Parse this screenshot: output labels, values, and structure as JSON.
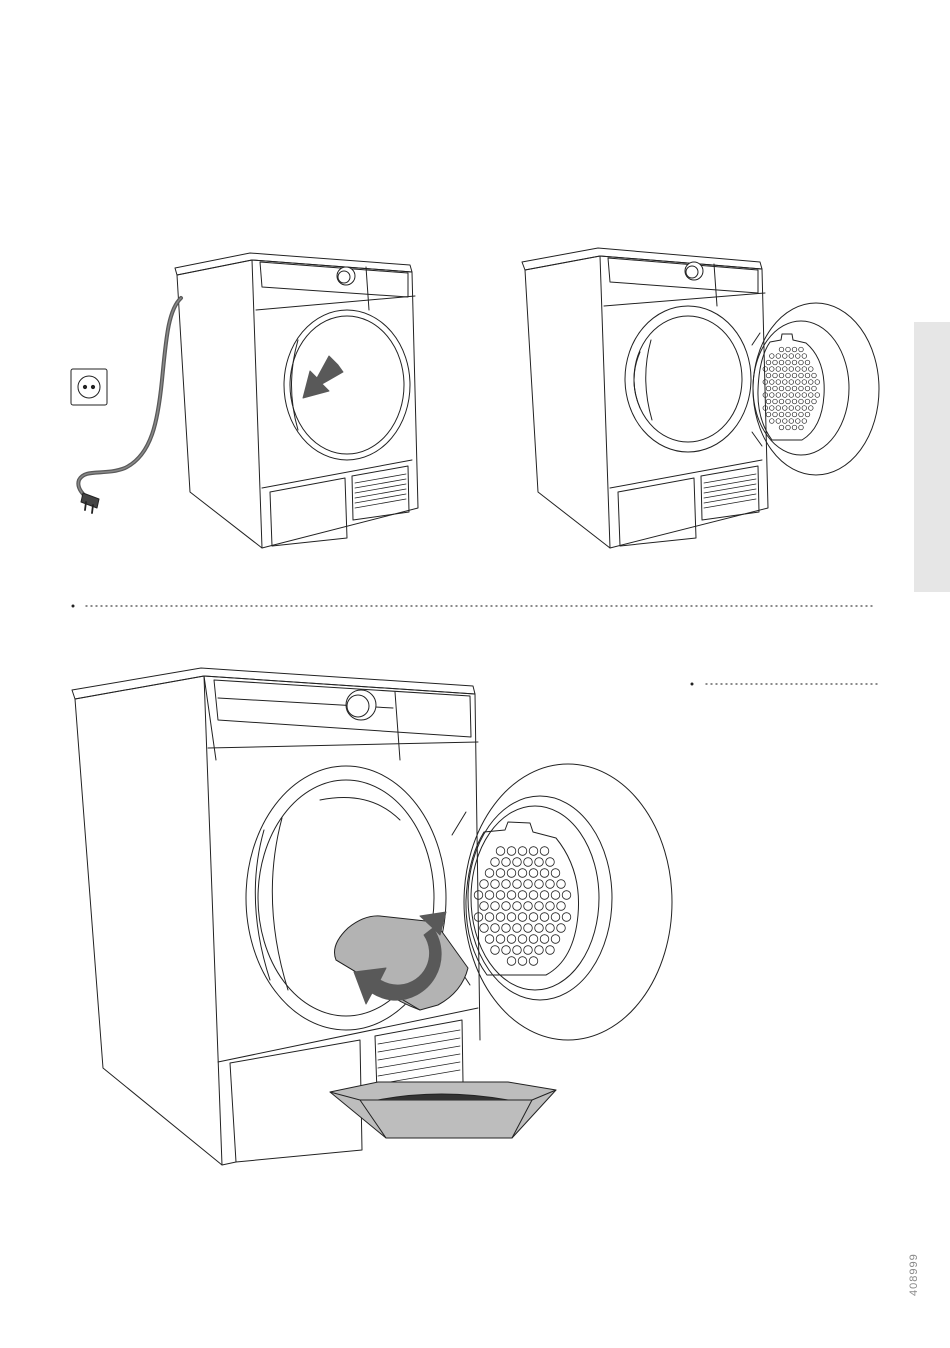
{
  "document": {
    "code": "408999",
    "colors": {
      "line": "#222222",
      "arrow": "#595959",
      "filter": "#b3b3b3",
      "tray": "#bdbdbd",
      "side_tab": "#e6e6e6"
    },
    "steps": [
      {
        "name": "step-1",
        "icons": [
          "power-outlet-icon",
          "unplugged-plug-icon",
          "press-door-arrow-icon"
        ]
      },
      {
        "name": "step-2",
        "icons": [
          "open-door-icon",
          "door-filter-grid-icon"
        ]
      },
      {
        "name": "step-3",
        "icons": [
          "rotate-filter-arrow-icon",
          "lint-tray-icon"
        ]
      }
    ]
  }
}
